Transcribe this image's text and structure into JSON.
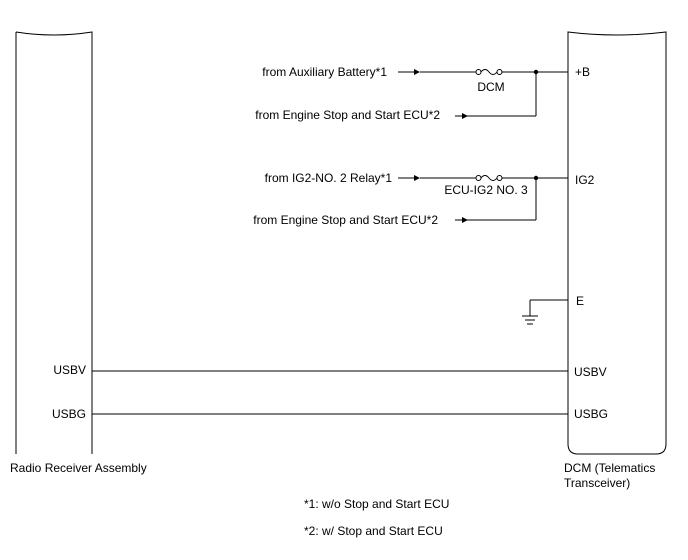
{
  "components": {
    "left": {
      "label": "Radio Receiver Assembly"
    },
    "right": {
      "label_line1": "DCM (Telematics",
      "label_line2": "Transceiver)"
    }
  },
  "pins": {
    "plus_b": "+B",
    "ig2": "IG2",
    "e": "E",
    "usbv_left": "USBV",
    "usbg_left": "USBG",
    "usbv_right": "USBV",
    "usbg_right": "USBG"
  },
  "sources": {
    "aux_battery": "from Auxiliary Battery*1",
    "engine_ecu_1": "from Engine Stop and Start ECU*2",
    "ig2_relay": "from IG2-NO. 2 Relay*1",
    "engine_ecu_2": "from Engine Stop and Start ECU*2"
  },
  "fuses": {
    "dcm": "DCM",
    "ecu_ig2": "ECU-IG2 NO. 3"
  },
  "notes": {
    "note1": "*1: w/o Stop and Start ECU",
    "note2": "*2: w/ Stop and Start ECU"
  }
}
